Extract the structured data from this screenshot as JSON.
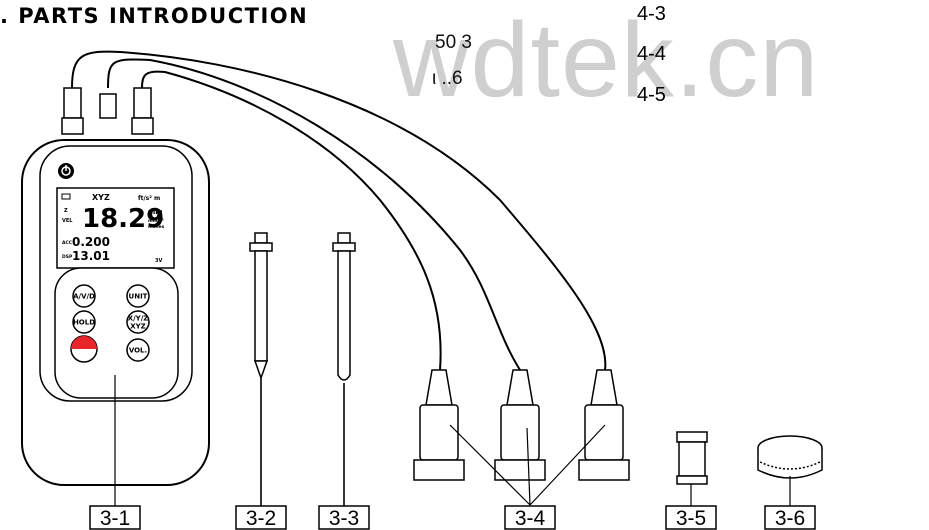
{
  "header": {
    "title": ". PARTS INTRODUCTION"
  },
  "fragments": {
    "line1": "50 3",
    "line2": "ι ..6"
  },
  "watermark": {
    "text": "wdtek.cn"
  },
  "section_refs": [
    "4-3",
    "4-4",
    "4-5"
  ],
  "device": {
    "lcd": {
      "axis": "XYZ",
      "unit_top": "ft/s² m",
      "main_value": "18.29",
      "unit_mm": "mm",
      "unit_ms2": "mm/s²",
      "unit_inches": "inches",
      "mode_z": "Z",
      "mode_vel": "VEL",
      "sub_value": "0.200",
      "sub_value2": "13.01",
      "mode_acc": "ACC",
      "mode_dsp": "DSP",
      "voltage": "3V"
    },
    "buttons": {
      "avd": "A/V/D",
      "unit": "UNIT",
      "hold": "HOLD",
      "xyz_line1": "X/Y/Z",
      "xyz_line2": "XYZ",
      "vol": "VOL."
    }
  },
  "labels": {
    "meter": "3-1",
    "probe_long": "3-2",
    "probe_short": "3-3",
    "sensors": "3-4",
    "adapter": "3-5",
    "magnet_base": "3-6"
  }
}
